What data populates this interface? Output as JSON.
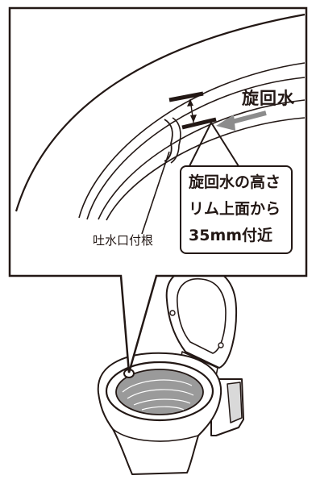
{
  "labels": {
    "swirl_water": "旋回水",
    "callout_lines": [
      "旋回水の高さ",
      "リム上面から",
      "35mm付近"
    ],
    "spout_root": "吐水口付根"
  },
  "colors": {
    "ink": "#231815",
    "arrow_gray": "#8c8c8c",
    "bowl_water": "#9a9a9a",
    "tank_shadow": "#d9d9d9"
  }
}
